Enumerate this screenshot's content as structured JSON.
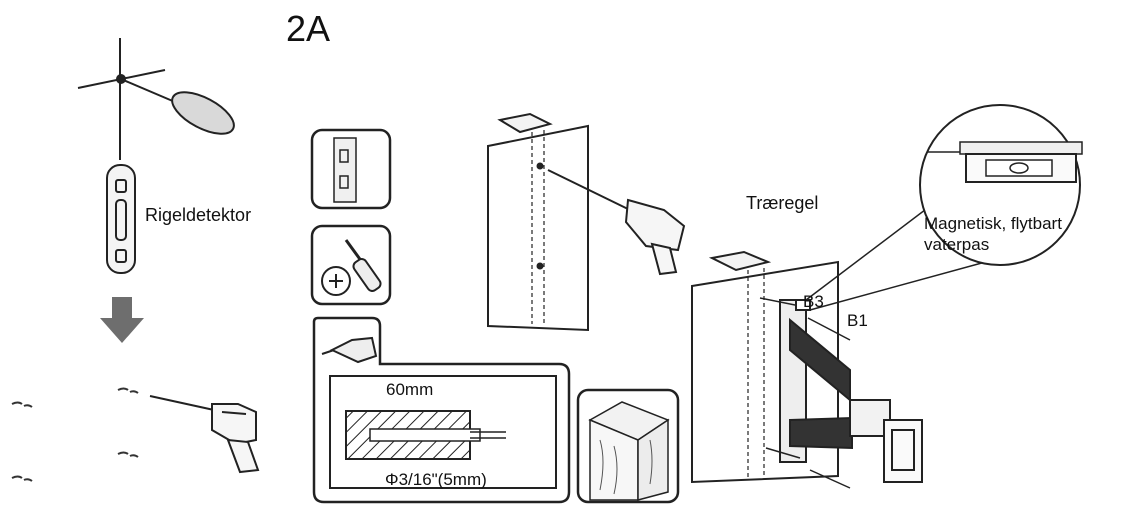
{
  "labels": {
    "step": "2A",
    "stud_finder": "Rigeldetektor",
    "wood_stud": "Træregel",
    "magnetic_level": "Magnetisk, flytbart vaterpas",
    "bracket_b3": "B3",
    "bracket_b1": "B1",
    "drill_depth": "60mm",
    "drill_diameter": "Φ3/16\"(5mm)"
  },
  "icons": [
    "stud-finder-icon",
    "down-arrow-icon",
    "drill-icon",
    "screwdriver-icon",
    "wall-bracket-icon",
    "wood-icon",
    "level-icon"
  ],
  "colors": {
    "line": "#222222",
    "arrow": "#6e6e6e",
    "handle": "#d9d9d9"
  }
}
